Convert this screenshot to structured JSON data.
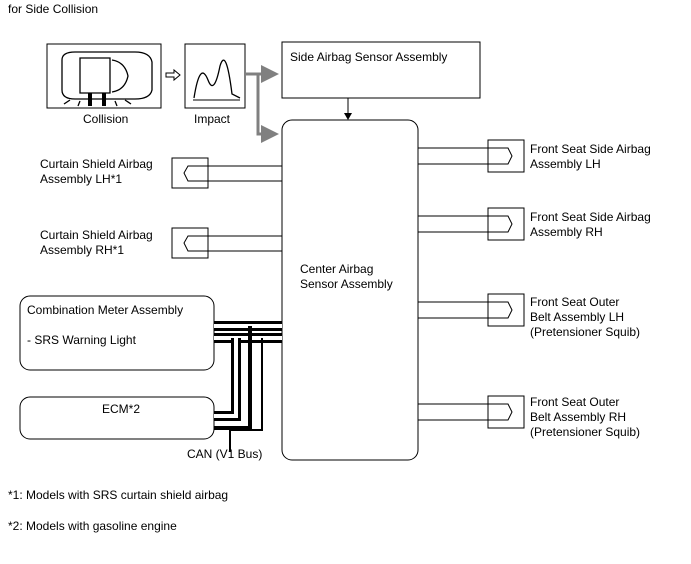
{
  "header": {
    "title": "for Side Collision"
  },
  "inputs": {
    "collision_label": "Collision",
    "impact_label": "Impact"
  },
  "modules": {
    "side_sensor": "Side Airbag Sensor Assembly",
    "center_sensor_line1": "Center Airbag",
    "center_sensor_line2": "Sensor Assembly",
    "curtain_lh_line1": "Curtain Shield Airbag",
    "curtain_lh_line2": "Assembly LH*1",
    "curtain_rh_line1": "Curtain Shield Airbag",
    "curtain_rh_line2": "Assembly RH*1",
    "combo_meter_title": "Combination Meter Assembly",
    "combo_meter_item": "- SRS Warning Light",
    "ecm": "ECM*2",
    "can_bus": "CAN (V1 Bus)",
    "front_side_lh_line1": "Front Seat Side Airbag",
    "front_side_lh_line2": "Assembly LH",
    "front_side_rh_line1": "Front Seat Side Airbag",
    "front_side_rh_line2": "Assembly RH",
    "belt_lh_line1": "Front Seat Outer",
    "belt_lh_line2": "Belt Assembly LH",
    "belt_lh_line3": "(Pretensioner Squib)",
    "belt_rh_line1": "Front Seat Outer",
    "belt_rh_line2": "Belt Assembly RH",
    "belt_rh_line3": "(Pretensioner Squib)"
  },
  "notes": {
    "note1": "*1: Models with SRS curtain shield airbag",
    "note2": "*2: Models with gasoline engine"
  },
  "colors": {
    "line": "#000000",
    "arrow_gray": "#808080"
  }
}
